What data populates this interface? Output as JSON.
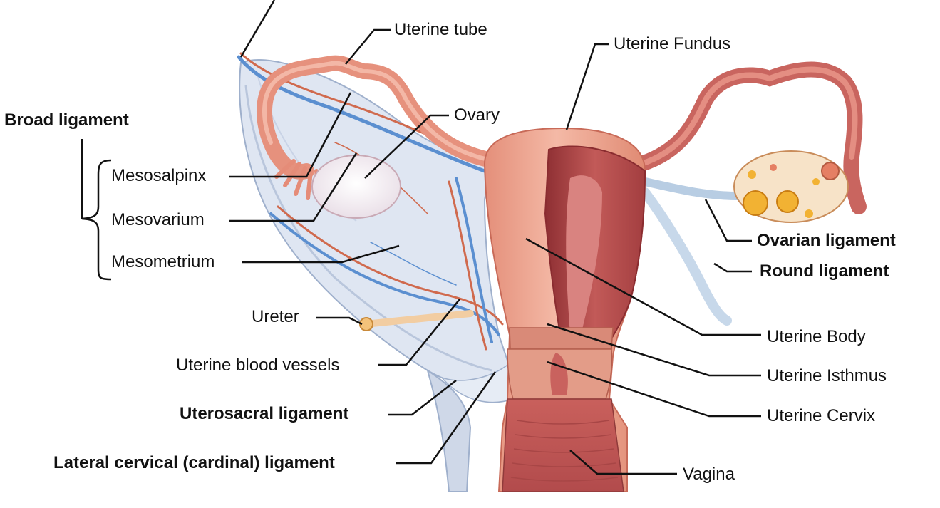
{
  "labels": {
    "uterine_tube": "Uterine tube",
    "uterine_fundus": "Uterine Fundus",
    "ovary": "Ovary",
    "broad_ligament": "Broad ligament",
    "mesosalpinx": "Mesosalpinx",
    "mesovarium": "Mesovarium",
    "mesometrium": "Mesometrium",
    "ovarian_ligament": "Ovarian ligament",
    "round_ligament": "Round ligament",
    "ureter": "Ureter",
    "uterine_blood_vessels": "Uterine blood vessels",
    "uterine_body": "Uterine Body",
    "uterine_isthmus": "Uterine Isthmus",
    "uterine_cervix": "Uterine Cervix",
    "uterosacral_ligament": "Uterosacral ligament",
    "lateral_cervical_ligament": "Lateral cervical (cardinal) ligament",
    "vagina": "Vagina"
  },
  "colors": {
    "uterus_pink": "#e9a08c",
    "muscle_red": "#b5494a",
    "membrane_blue": "#dfe6f2",
    "vessel_blue": "#5b8fd0",
    "vessel_red": "#d06a4e",
    "ovary_yellow": "#f2b233",
    "leader_line": "#111111"
  }
}
